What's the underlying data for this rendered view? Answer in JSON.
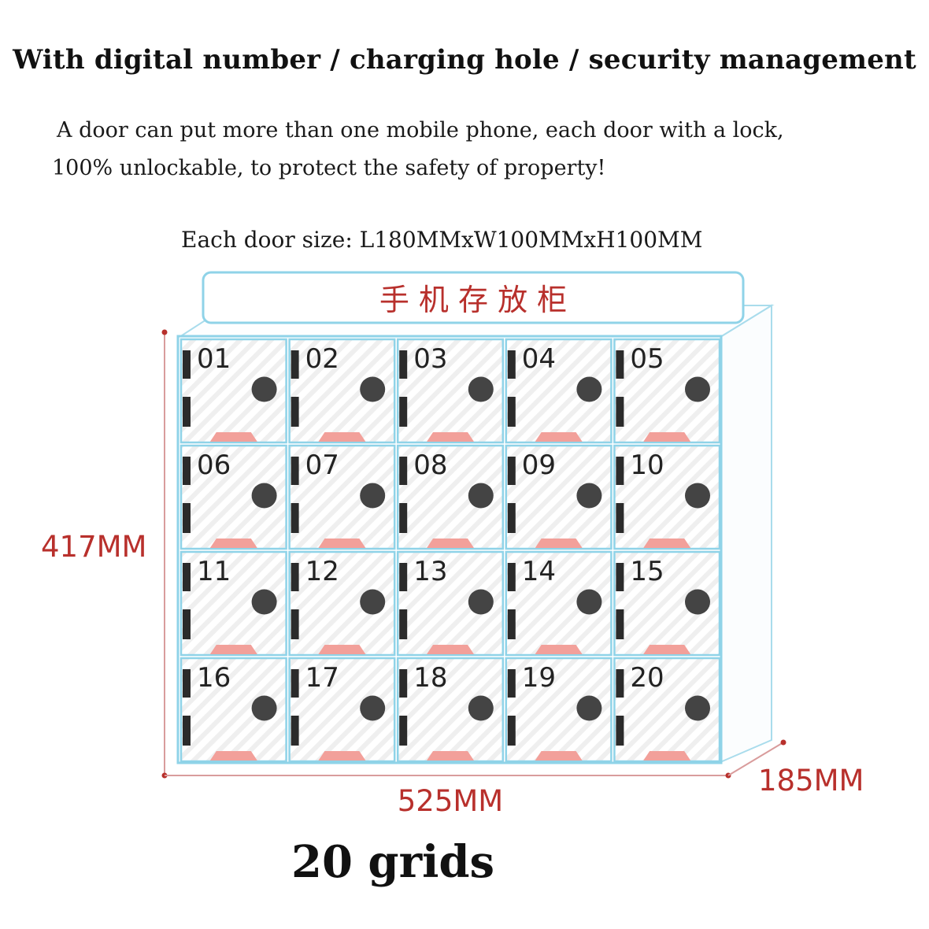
{
  "header": {
    "title": "With digital number / charging hole / security management",
    "description_line1": "A door can put more than one mobile phone, each door with a lock,",
    "description_line2": "100% unlockable, to protect the safety of property!",
    "door_size": "Each door size: L180MMxW100MMxH100MM"
  },
  "cabinet": {
    "sign_text": "手 机 存 放 柜",
    "columns": 5,
    "rows": 4,
    "door_numbers": [
      "01",
      "02",
      "03",
      "04",
      "05",
      "06",
      "07",
      "08",
      "09",
      "10",
      "11",
      "12",
      "13",
      "14",
      "15",
      "16",
      "17",
      "18",
      "19",
      "20"
    ]
  },
  "dimensions": {
    "height": "417MM",
    "width": "525MM",
    "depth": "185MM"
  },
  "footer": {
    "grid_count": "20 grids"
  },
  "colors": {
    "frame_blue": "#8fd3e8",
    "accent_red": "#b8302c",
    "door_number": "#222222",
    "charging_hole": "#f2a09a",
    "lock": "#444444"
  }
}
